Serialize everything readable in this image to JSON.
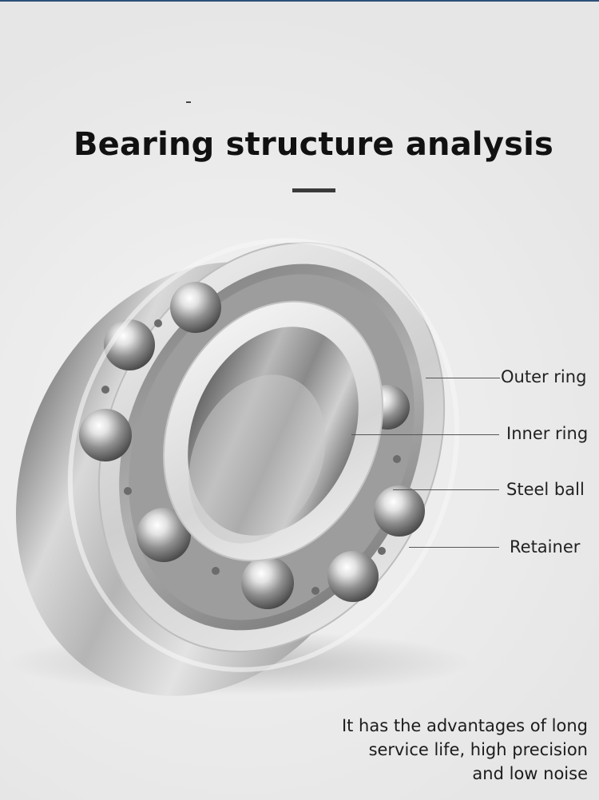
{
  "title": "Bearing structure analysis",
  "labels": {
    "outer_ring": "Outer ring",
    "inner_ring": "Inner ring",
    "steel_ball": "Steel ball",
    "retainer": "Retainer"
  },
  "footer": {
    "line1": "It has the advantages of long",
    "line2": "service life, high precision",
    "line3": "and low noise"
  }
}
